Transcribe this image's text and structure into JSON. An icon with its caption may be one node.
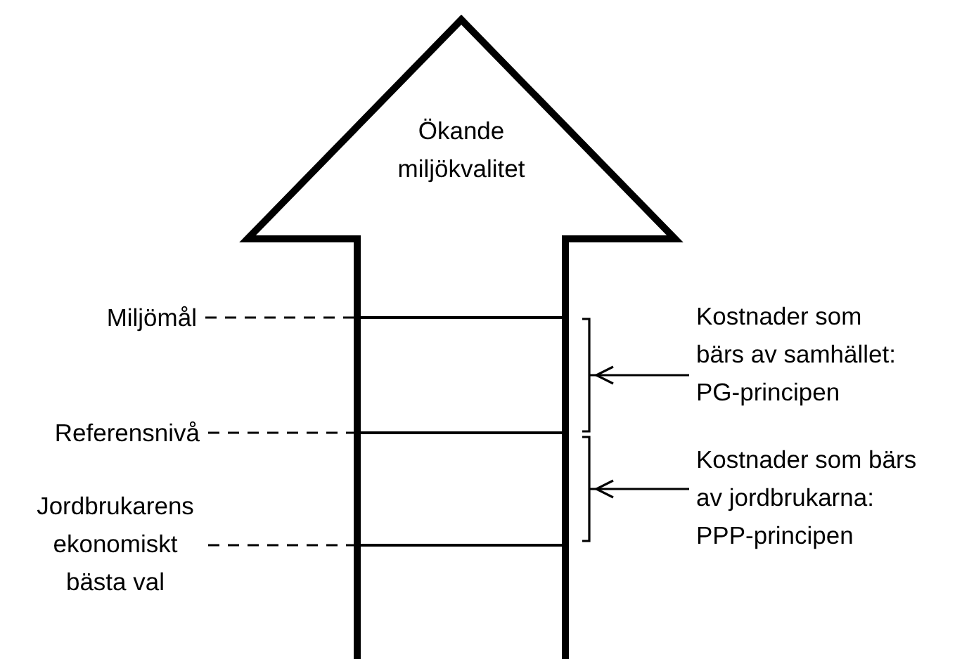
{
  "diagram": {
    "nodes": [
      {
        "text": [
          "Ökande miljökvalitet"
        ]
      },
      {
        "text": [
          "Miljömål"
        ]
      },
      {
        "text": [
          "Referensnivå"
        ]
      },
      {
        "text": [
          "Jordbrukarens ekonomiskt bästa val"
        ]
      },
      {
        "text": [],
        "shape": "line",
        "in": 0
      },
      {
        "text": [],
        "shape": "line",
        "in": 0
      },
      {
        "text": [],
        "shape": "line",
        "in": 0
      },
      {
        "text": [
          "Kostnader som bärs av samhället: PG-principen"
        ]
      },
      {
        "text": [
          "Kostnader som bärs av jordbrukarna: PPP-principen"
        ]
      },
      {
        "text": [],
        "shape": "bracket"
      },
      {
        "text": [],
        "shape": "bracket"
      }
    ],
    "edges": [
      {
        "from": 1,
        "to": 4,
        "arrow": "none",
        "style": "dashed"
      },
      {
        "from": 2,
        "to": 5,
        "arrow": "none",
        "style": "dashed"
      },
      {
        "from": 3,
        "to": 6,
        "arrow": "none",
        "style": "dashed"
      },
      {
        "from": 7,
        "to": 9,
        "arrow": "to"
      },
      {
        "from": 8,
        "to": 10,
        "arrow": "to"
      }
    ]
  }
}
